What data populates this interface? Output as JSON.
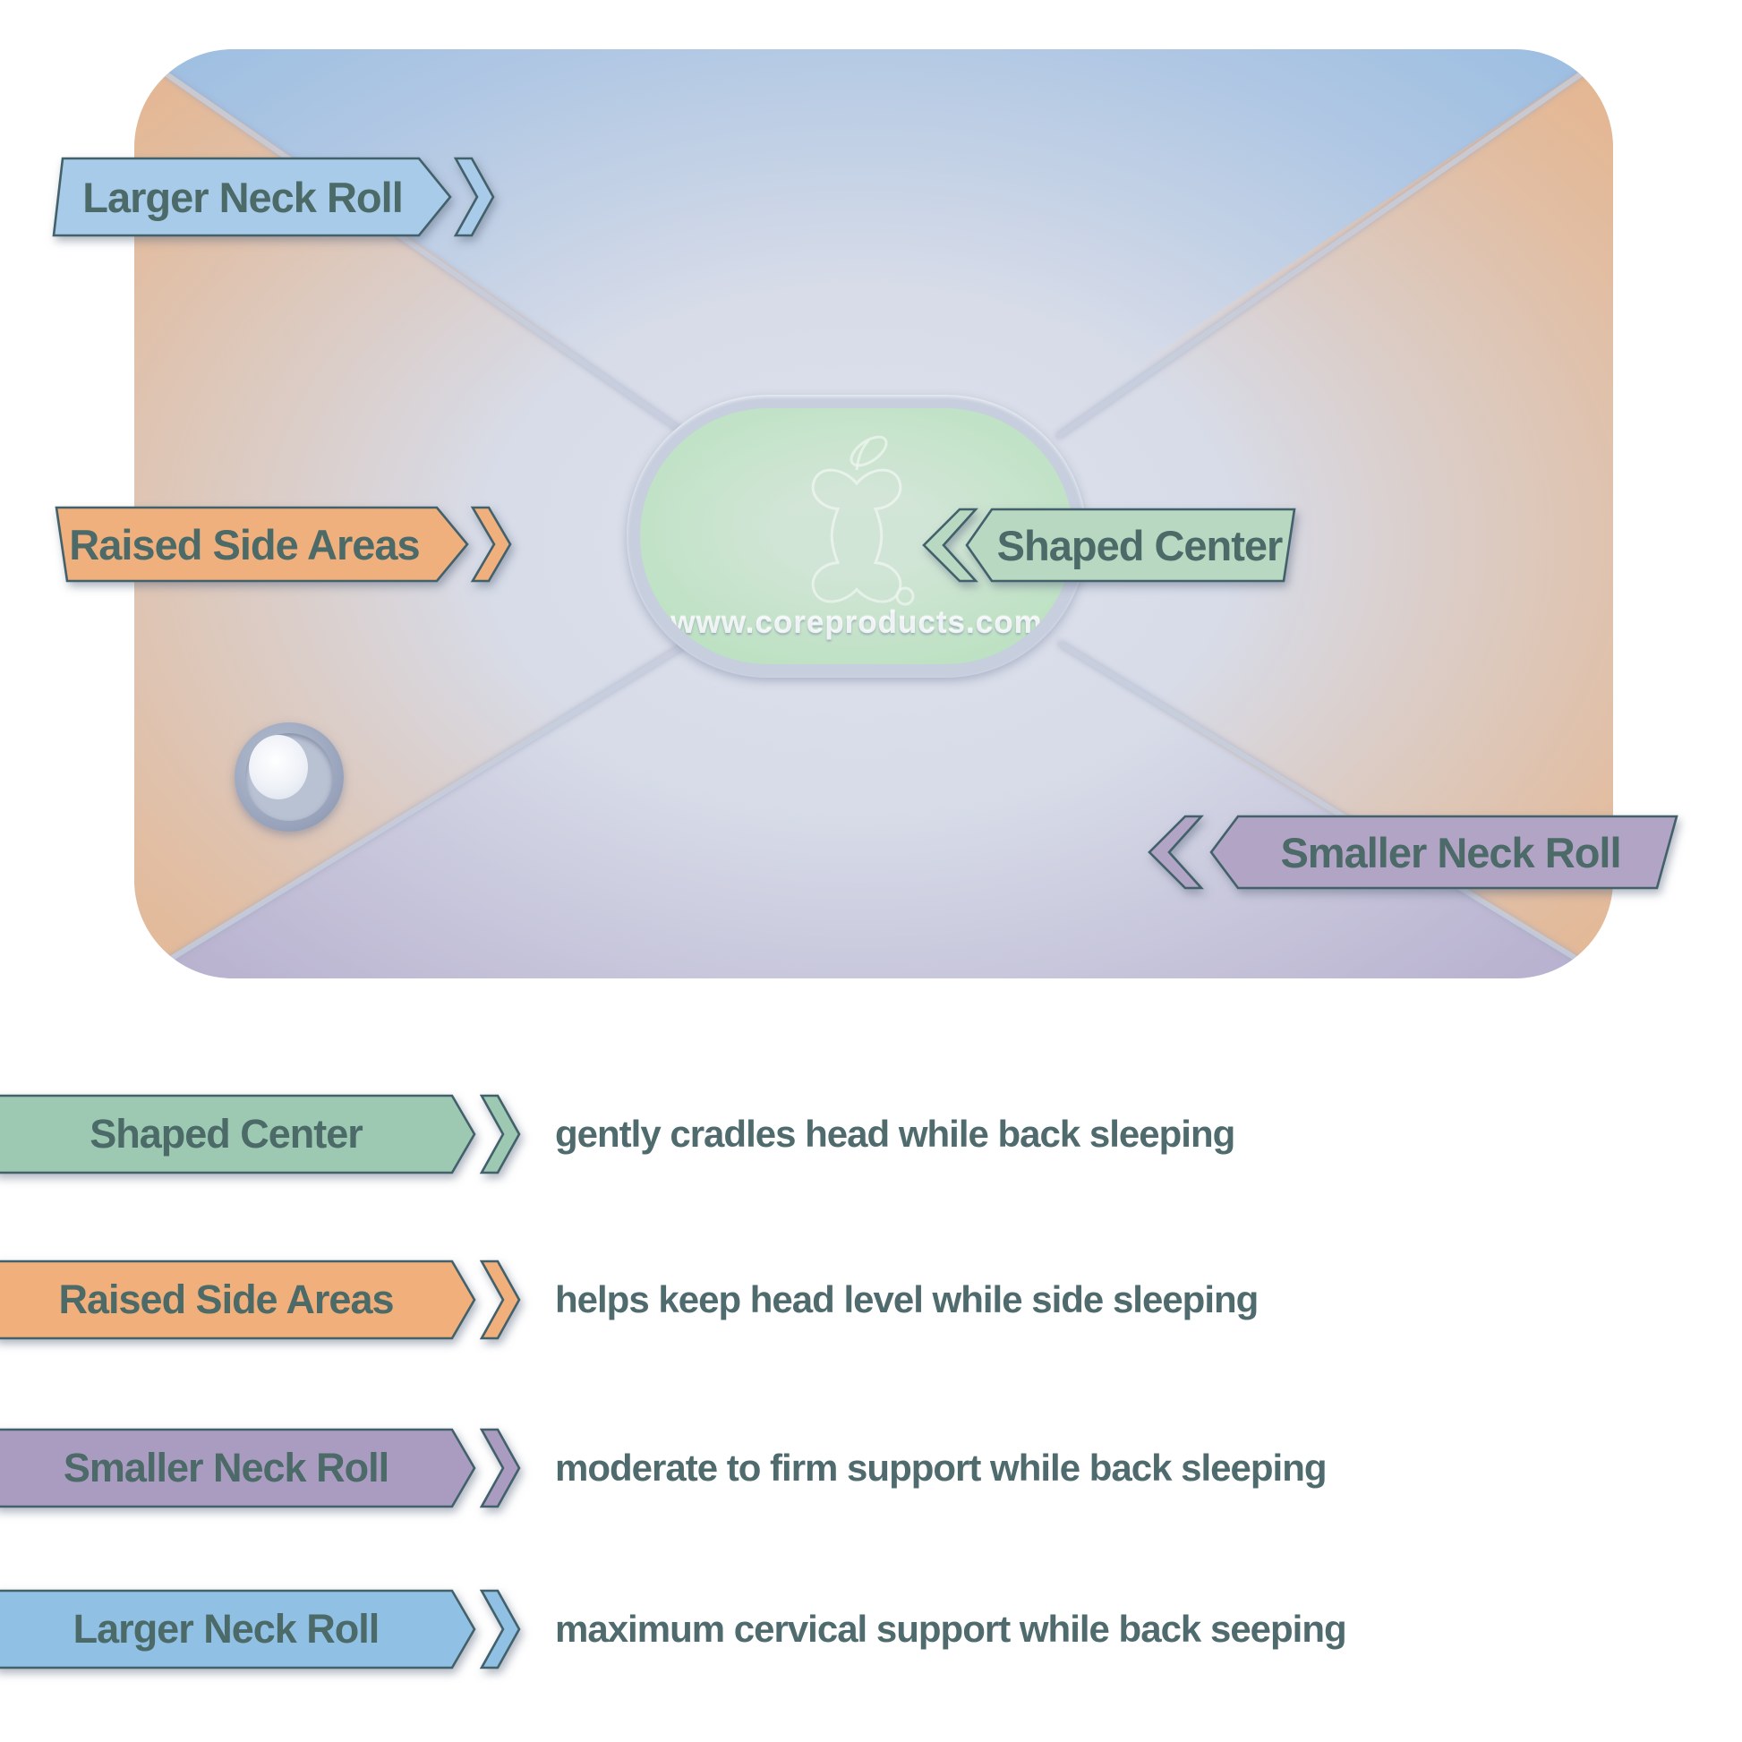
{
  "pillow": {
    "watermark": "www.coreproducts.com",
    "region_colors": {
      "top_larger_neck_roll": "#7eb1e2",
      "raised_sides": "#f4a55e",
      "bottom_smaller_neck_roll": "#a795bf",
      "shaped_center": "#abdfb2"
    },
    "callouts": [
      {
        "label": "Larger Neck Roll",
        "color": "#a8cbe9",
        "direction": "right"
      },
      {
        "label": "Raised Side Areas",
        "color": "#f0b07d",
        "direction": "right"
      },
      {
        "label": "Shaped Center",
        "color": "#b9d8c2",
        "direction": "left"
      },
      {
        "label": "Smaller Neck Roll",
        "color": "#b2a4c5",
        "direction": "left"
      }
    ]
  },
  "legend": {
    "rows": [
      {
        "label": "Shaped Center",
        "color": "#9dc9b2",
        "description": "gently cradles head while back sleeping"
      },
      {
        "label": "Raised Side Areas",
        "color": "#f1b07b",
        "description": "helps keep head level while side sleeping"
      },
      {
        "label": "Smaller Neck Roll",
        "color": "#aa9cc1",
        "description": "moderate to firm support while back sleeping"
      },
      {
        "label": "Larger Neck Roll",
        "color": "#90c0e3",
        "description": "maximum cervical support while back seeping"
      }
    ]
  }
}
